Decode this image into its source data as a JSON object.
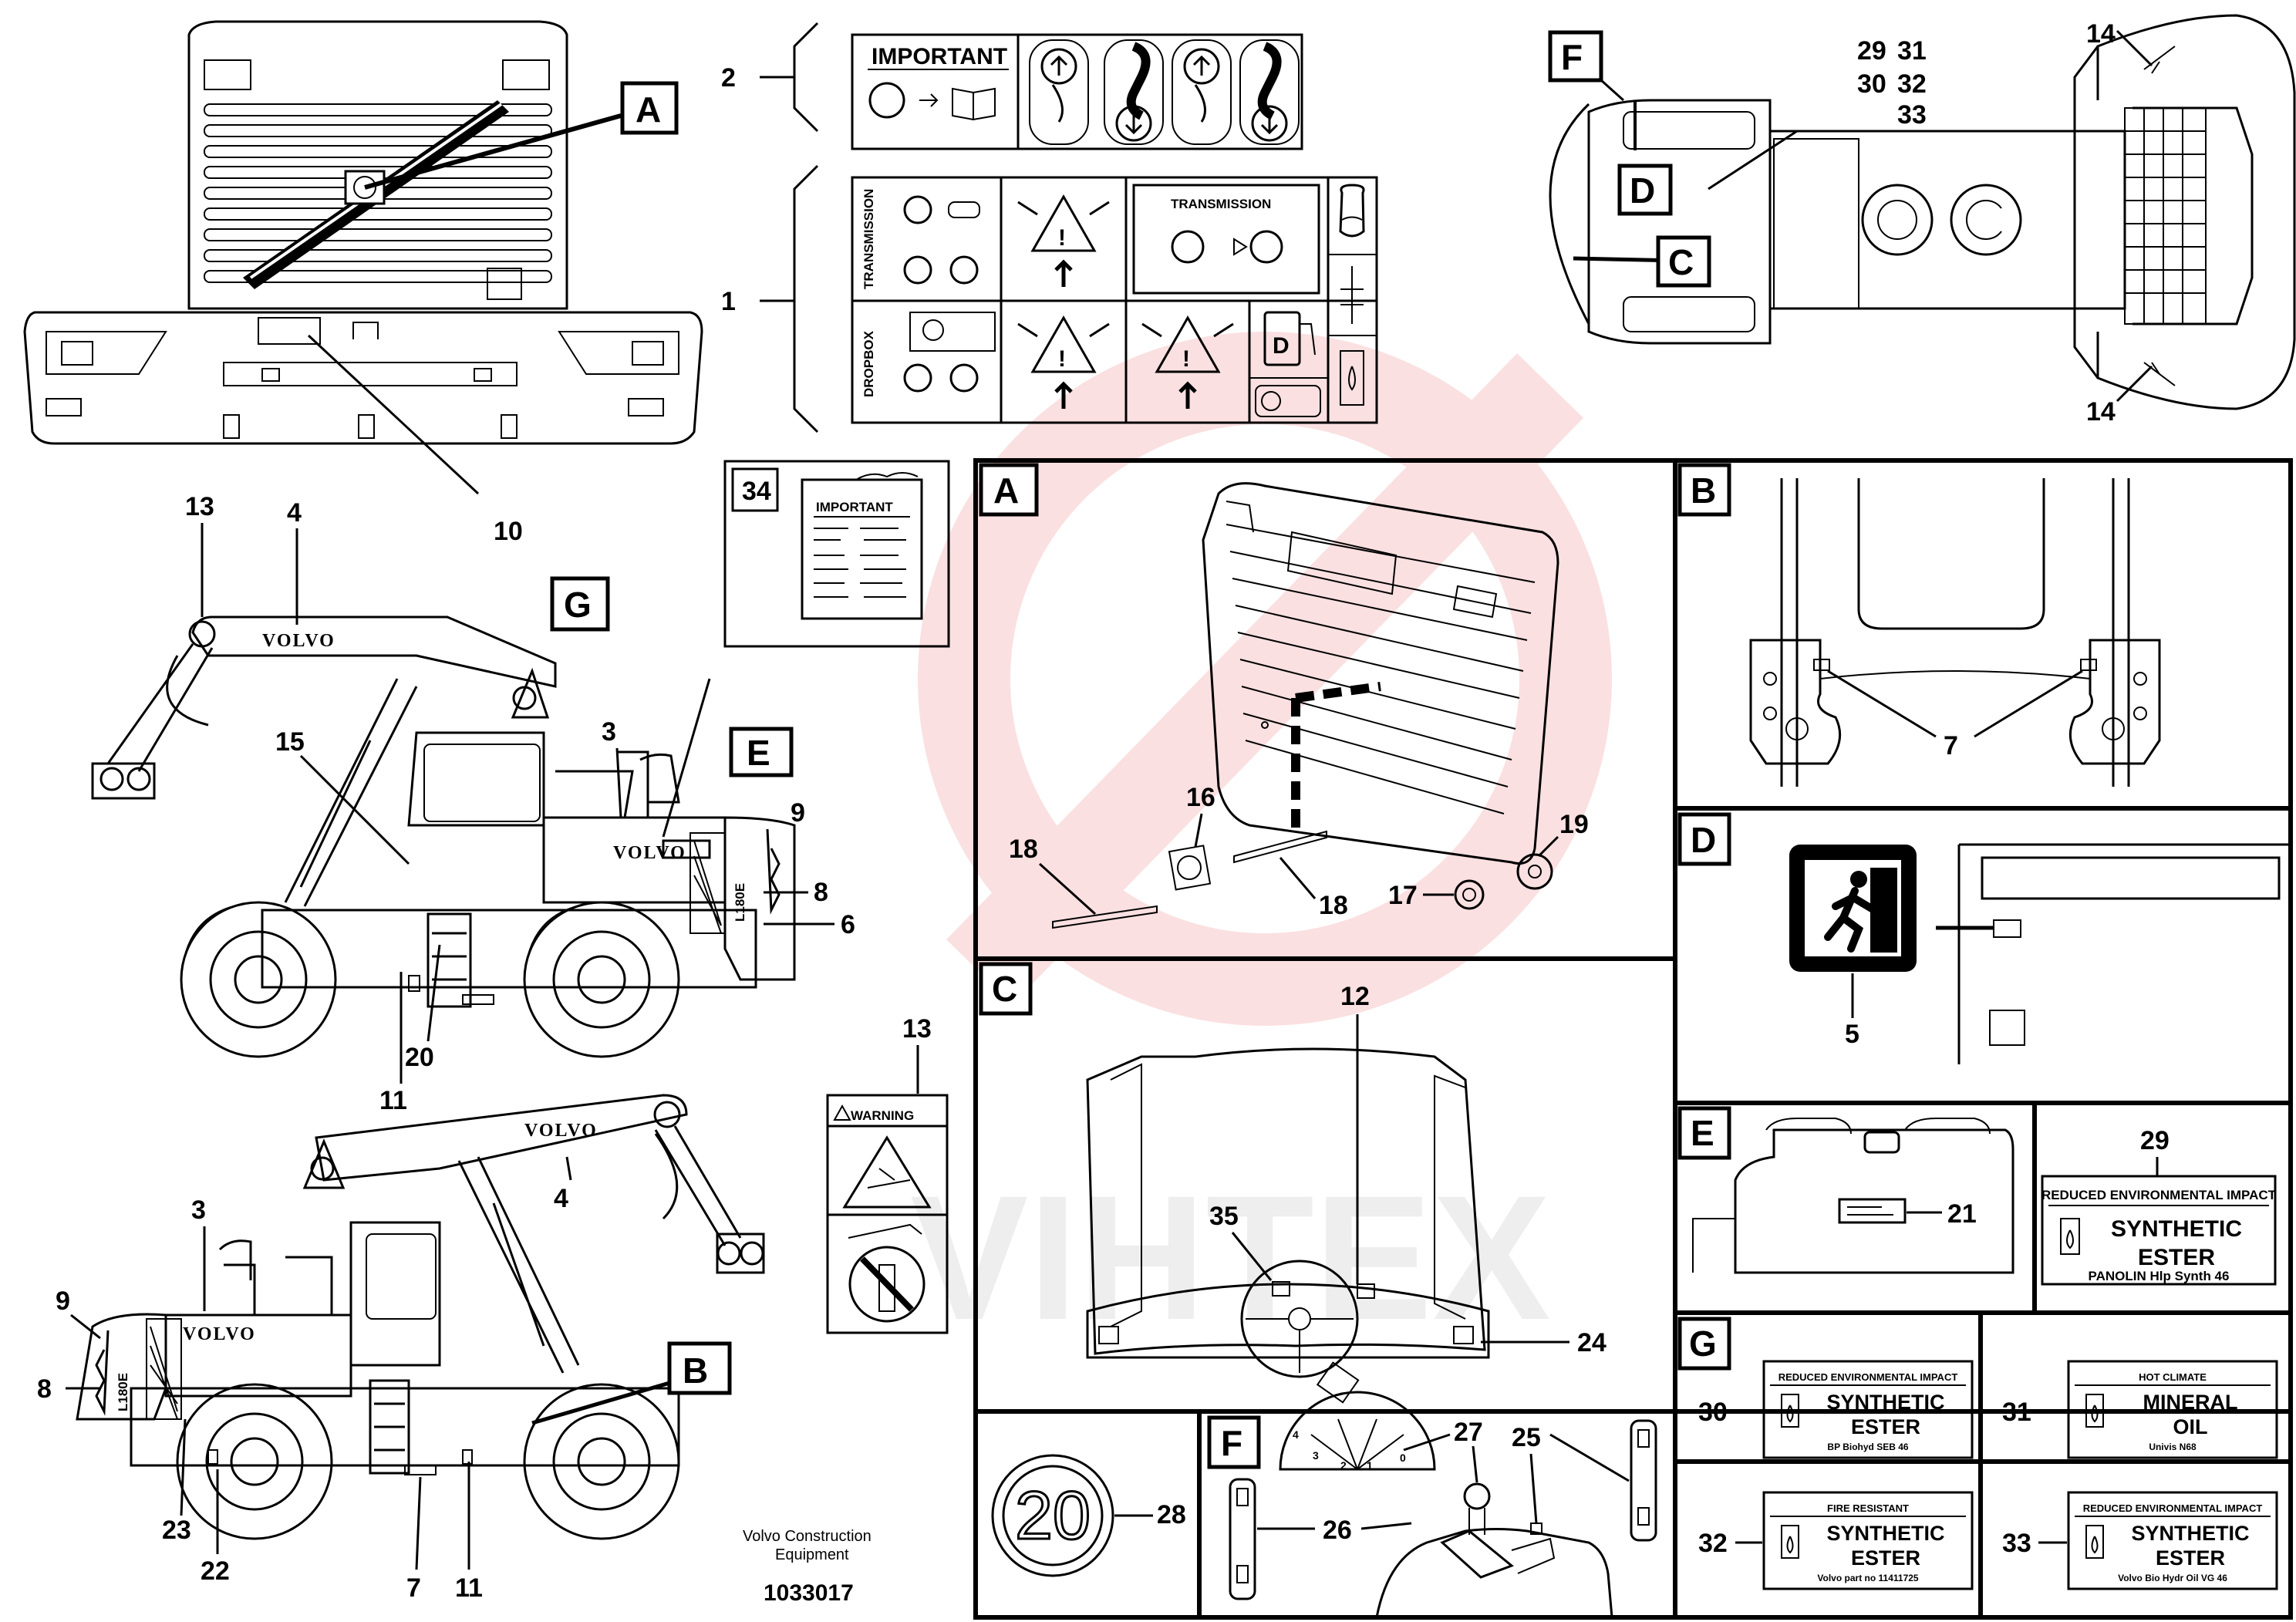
{
  "callouts": {
    "n1": "1",
    "n2": "2",
    "n3": "3",
    "n4": "4",
    "n5": "5",
    "n6": "6",
    "n7": "7",
    "n8": "8",
    "n9": "9",
    "n10": "10",
    "n11": "11",
    "n12": "12",
    "n13": "13",
    "n14": "14",
    "n15": "15",
    "n16": "16",
    "n17": "17",
    "n18": "18",
    "n19": "19",
    "n20": "20",
    "n21": "21",
    "n22": "22",
    "n23": "23",
    "n24": "24",
    "n25": "25",
    "n26": "26",
    "n27": "27",
    "n28": "28",
    "n29": "29",
    "n30": "30",
    "n31": "31",
    "n32": "32",
    "n33": "33",
    "n34": "34",
    "n35": "35"
  },
  "view_letters": {
    "a": "A",
    "b": "B",
    "c": "C",
    "d": "D",
    "e": "E",
    "f": "F",
    "g": "G"
  },
  "decals": {
    "important": "IMPORTANT",
    "transmission": "TRANSMISSION",
    "dropbox": "DROPBOX",
    "warning": "WARNING",
    "volvo": "VOLVO",
    "model": "L180E",
    "speed": "20"
  },
  "oil_labels": {
    "l29": {
      "heading": "REDUCED ENVIRONMENTAL IMPACT",
      "line1": "SYNTHETIC",
      "line2": "ESTER",
      "foot": "PANOLIN Hlp Synth 46"
    },
    "l30": {
      "heading": "REDUCED ENVIRONMENTAL IMPACT",
      "line1": "SYNTHETIC",
      "line2": "ESTER",
      "foot": "BP Biohyd SEB 46"
    },
    "l31": {
      "heading": "HOT CLIMATE",
      "line1": "MINERAL",
      "line2": "OIL",
      "foot": "Univis N68"
    },
    "l32": {
      "heading": "FIRE RESISTANT",
      "line1": "SYNTHETIC",
      "line2": "ESTER",
      "foot": "Volvo part no 11411725"
    },
    "l33": {
      "heading": "REDUCED ENVIRONMENTAL IMPACT",
      "line1": "SYNTHETIC",
      "line2": "ESTER",
      "foot": "Volvo Bio Hydr Oil VG 46"
    }
  },
  "footer": {
    "company_line1": "Volvo Construction",
    "company_line2": "Equipment",
    "drawing_no": "1033017"
  },
  "watermark": {
    "text": "VIHTEX",
    "color": "#e8474a"
  }
}
